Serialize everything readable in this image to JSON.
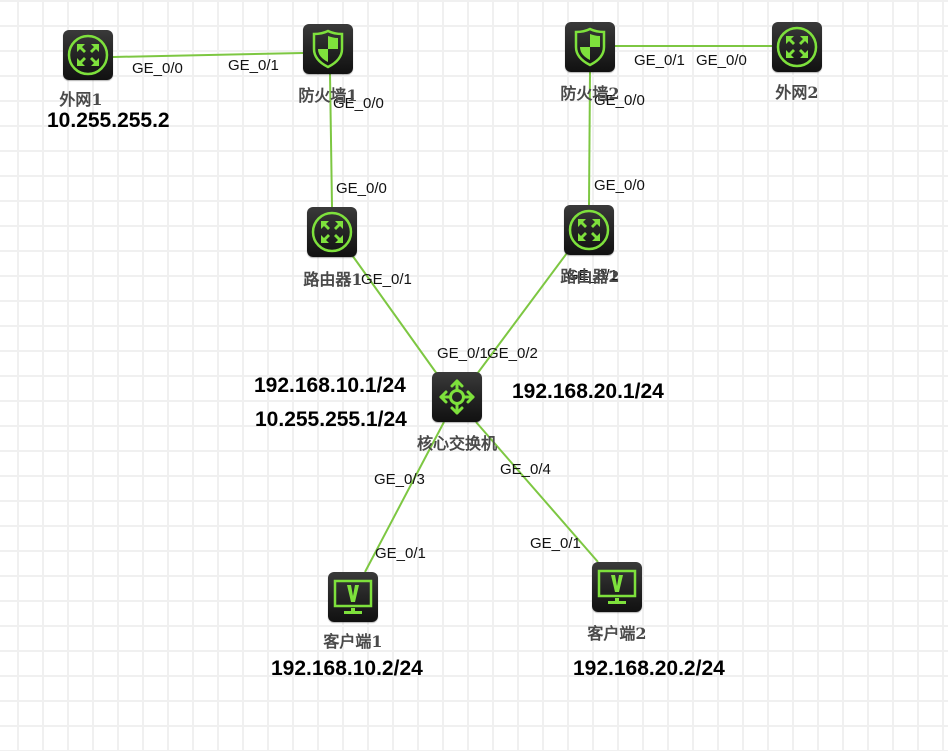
{
  "title": "网络拓扑",
  "colors": {
    "link": "#7dc742",
    "icon_accent": "#7ee13c",
    "device_bg": "#222222",
    "grid": "#f0f0f0"
  },
  "devices": {
    "wan1": {
      "name": "外网1",
      "icon": "router-icon"
    },
    "fw1": {
      "name": "防火墙1",
      "icon": "firewall-shield-icon"
    },
    "fw2": {
      "name": "防火墙2",
      "icon": "firewall-shield-icon"
    },
    "wan2": {
      "name": "外网2",
      "icon": "router-icon"
    },
    "r1": {
      "name": "路由器1",
      "icon": "router-icon"
    },
    "r2": {
      "name": "路由器2",
      "icon": "router-icon"
    },
    "core": {
      "name": "核心交换机",
      "icon": "switch-icon"
    },
    "pc1": {
      "name": "客户端1",
      "icon": "monitor-icon"
    },
    "pc2": {
      "name": "客户端2",
      "icon": "monitor-icon"
    }
  },
  "links": [
    {
      "from": "wan1",
      "to": "fw1",
      "from_port": "GE_0/0",
      "to_port": "GE_0/1"
    },
    {
      "from": "fw2",
      "to": "wan2",
      "from_port": "GE_0/1",
      "to_port": "GE_0/0"
    },
    {
      "from": "fw1",
      "to": "r1",
      "from_port": "GE_0/0",
      "to_port": "GE_0/0"
    },
    {
      "from": "fw2",
      "to": "r2",
      "from_port": "GE_0/0",
      "to_port": "GE_0/0"
    },
    {
      "from": "r1",
      "to": "core",
      "from_port": "GE_0/1",
      "to_port": "GE_0/1"
    },
    {
      "from": "r2",
      "to": "core",
      "from_port": "GE_0/1",
      "to_port": "GE_0/2"
    },
    {
      "from": "core",
      "to": "pc1",
      "from_port": "GE_0/3",
      "to_port": "GE_0/1"
    },
    {
      "from": "core",
      "to": "pc2",
      "from_port": "GE_0/4",
      "to_port": "GE_0/1"
    }
  ],
  "ip_labels": {
    "wan1": "10.255.255.2",
    "core_vlan10": "192.168.10.1/24",
    "core_uplink": "10.255.255.1/24",
    "core_vlan20": "192.168.20.1/24",
    "pc1": "192.168.10.2/24",
    "pc2": "192.168.20.2/24"
  }
}
